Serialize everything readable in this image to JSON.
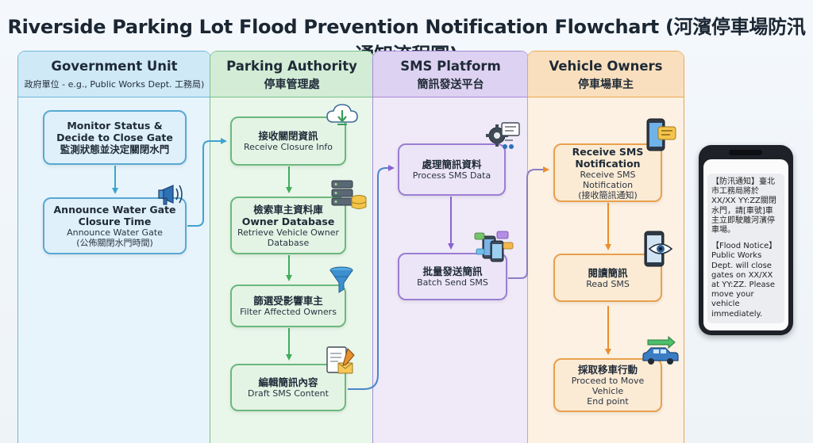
{
  "title": "Riverside Parking Lot Flood Prevention Notification Flowchart (河濱停車場防汛通知流程圖)",
  "lanes": {
    "gov": {
      "title_en": "Government Unit",
      "title_zh": "政府單位 - e.g., Public Works Dept. 工務局)"
    },
    "park": {
      "title_en": "Parking Authority",
      "title_zh": "停車管理處"
    },
    "sms": {
      "title_en": "SMS Platform",
      "title_zh": "簡訊發送平台"
    },
    "veh": {
      "title_en": "Vehicle Owners",
      "title_zh": "停車場車主"
    }
  },
  "steps": {
    "monitor": {
      "line1": "Monitor Status &",
      "line2": "Decide to Close Gate",
      "line3": "監測狀態並決定關閉水門"
    },
    "announce": {
      "line1": "Announce Water Gate",
      "line2": "Closure Time",
      "line3": "Announce Water Gate",
      "line4": "(公佈關閉水門時間)"
    },
    "receive_closure": {
      "line1": "接收關閉資訊",
      "line2": "Receive Closure Info"
    },
    "retrieve_db": {
      "line1": "檢索車主資料庫",
      "line2": "Owner Database",
      "line3": "Retrieve Vehicle Owner",
      "line4": "Database"
    },
    "filter": {
      "line1": "篩選受影響車主",
      "line2": "Filter Affected Owners"
    },
    "draft": {
      "line1": "編輯簡訊內容",
      "line2": "Draft SMS Content"
    },
    "process_sms": {
      "line1": "處理簡訊資料",
      "line2": "Process SMS Data"
    },
    "batch_send": {
      "line1": "批量發送簡訊",
      "line2": "Batch Send SMS"
    },
    "receive_sms": {
      "line1": "Receive SMS",
      "line2": "Notification",
      "line3": "Receive SMS Notification",
      "line4": "(接收簡訊通知)"
    },
    "read_sms": {
      "line1": "閱讀簡訊",
      "line2": "Read SMS"
    },
    "take_action": {
      "line1": "採取移車行動",
      "line2": "Proceed to Move Vehicle",
      "line3": "End point"
    }
  },
  "phone": {
    "msg_zh": "【防汛通知】臺北市工務局將於XX/XX YY:ZZ關閉水門，請[車號]車主立即駛離河濱停車場。",
    "msg_en": "【Flood Notice】 Public Works Dept. will close gates on XX/XX at YY:ZZ. Please move your vehicle immediately."
  },
  "icons": [
    "megaphone-icon",
    "cloud-download-icon",
    "database-icon",
    "funnel-icon",
    "document-pen-icon",
    "gear-chat-icon",
    "phones-chat-icon",
    "phone-chat-icon",
    "phone-eye-icon",
    "car-arrow-icon"
  ],
  "colors": {
    "gov": "#58a9d3",
    "park": "#6cb87b",
    "sms": "#9a7ed2",
    "veh": "#e9a04e"
  }
}
